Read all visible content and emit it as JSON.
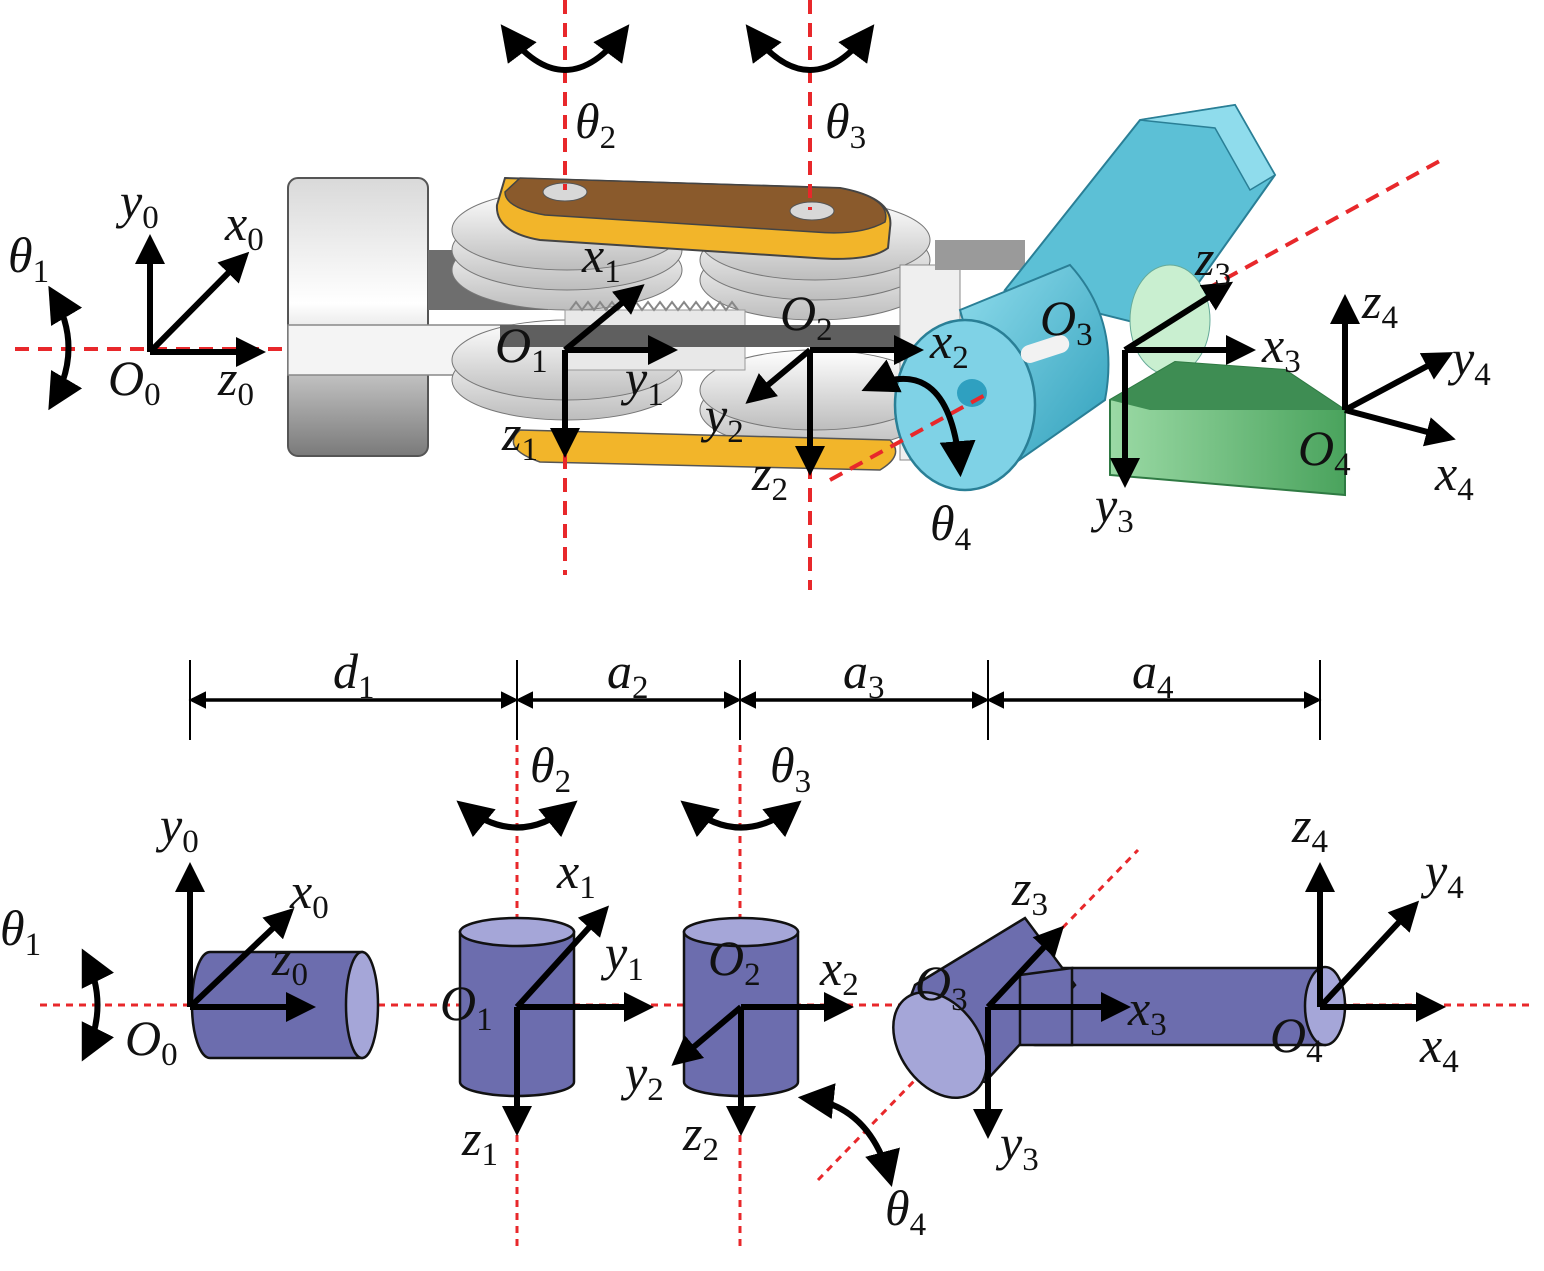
{
  "top_view": {
    "frame0": {
      "origin": "O",
      "origin_sub": "0",
      "x": "x",
      "x_sub": "0",
      "y": "y",
      "y_sub": "0",
      "z": "z",
      "z_sub": "0"
    },
    "frame1": {
      "origin": "O",
      "origin_sub": "1",
      "x": "x",
      "x_sub": "1",
      "y": "y",
      "y_sub": "1",
      "z": "z",
      "z_sub": "1"
    },
    "frame2": {
      "origin": "O",
      "origin_sub": "2",
      "x": "x",
      "x_sub": "2",
      "y": "y",
      "y_sub": "2",
      "z": "z",
      "z_sub": "2"
    },
    "frame3": {
      "origin": "O",
      "origin_sub": "3",
      "x": "x",
      "x_sub": "3",
      "y": "y",
      "y_sub": "3",
      "z": "z",
      "z_sub": "3"
    },
    "frame4": {
      "origin": "O",
      "origin_sub": "4",
      "x": "x",
      "x_sub": "4",
      "y": "y",
      "y_sub": "4",
      "z": "z",
      "z_sub": "4"
    },
    "theta1": {
      "sym": "θ",
      "sub": "1"
    },
    "theta2": {
      "sym": "θ",
      "sub": "2"
    },
    "theta3": {
      "sym": "θ",
      "sub": "3"
    },
    "theta4": {
      "sym": "θ",
      "sub": "4"
    }
  },
  "bottom_view": {
    "dimensions": [
      {
        "sym": "d",
        "sub": "1"
      },
      {
        "sym": "a",
        "sub": "2"
      },
      {
        "sym": "a",
        "sub": "3"
      },
      {
        "sym": "a",
        "sub": "4"
      }
    ],
    "frame0": {
      "origin": "O",
      "origin_sub": "0",
      "x": "x",
      "x_sub": "0",
      "y": "y",
      "y_sub": "0",
      "z": "z",
      "z_sub": "0"
    },
    "frame1": {
      "origin": "O",
      "origin_sub": "1",
      "x": "x",
      "x_sub": "1",
      "y": "y",
      "y_sub": "1",
      "z": "z",
      "z_sub": "1"
    },
    "frame2": {
      "origin": "O",
      "origin_sub": "2",
      "x": "x",
      "x_sub": "2",
      "y": "y",
      "y_sub": "2",
      "z": "z",
      "z_sub": "2"
    },
    "frame3": {
      "origin": "O",
      "origin_sub": "3",
      "x": "x",
      "x_sub": "3",
      "y": "y",
      "y_sub": "3",
      "z": "z",
      "z_sub": "3"
    },
    "frame4": {
      "origin": "O",
      "origin_sub": "4",
      "x": "x",
      "x_sub": "4",
      "y": "y",
      "y_sub": "4",
      "z": "z",
      "z_sub": "4"
    },
    "theta1": {
      "sym": "θ",
      "sub": "1"
    },
    "theta2": {
      "sym": "θ",
      "sub": "2"
    },
    "theta3": {
      "sym": "θ",
      "sub": "3"
    },
    "theta4": {
      "sym": "θ",
      "sub": "4"
    }
  },
  "colors": {
    "axis_line": "#e8282b",
    "link_plate": "#f2b52a",
    "link_plate_top": "#8a5a2c",
    "wrist_cyan": "#5cc0d6",
    "gripper_green": "#6dbf7c",
    "schematic_cylinder": "#6c6dae",
    "schematic_cylinder_face": "#a5a6d8"
  }
}
